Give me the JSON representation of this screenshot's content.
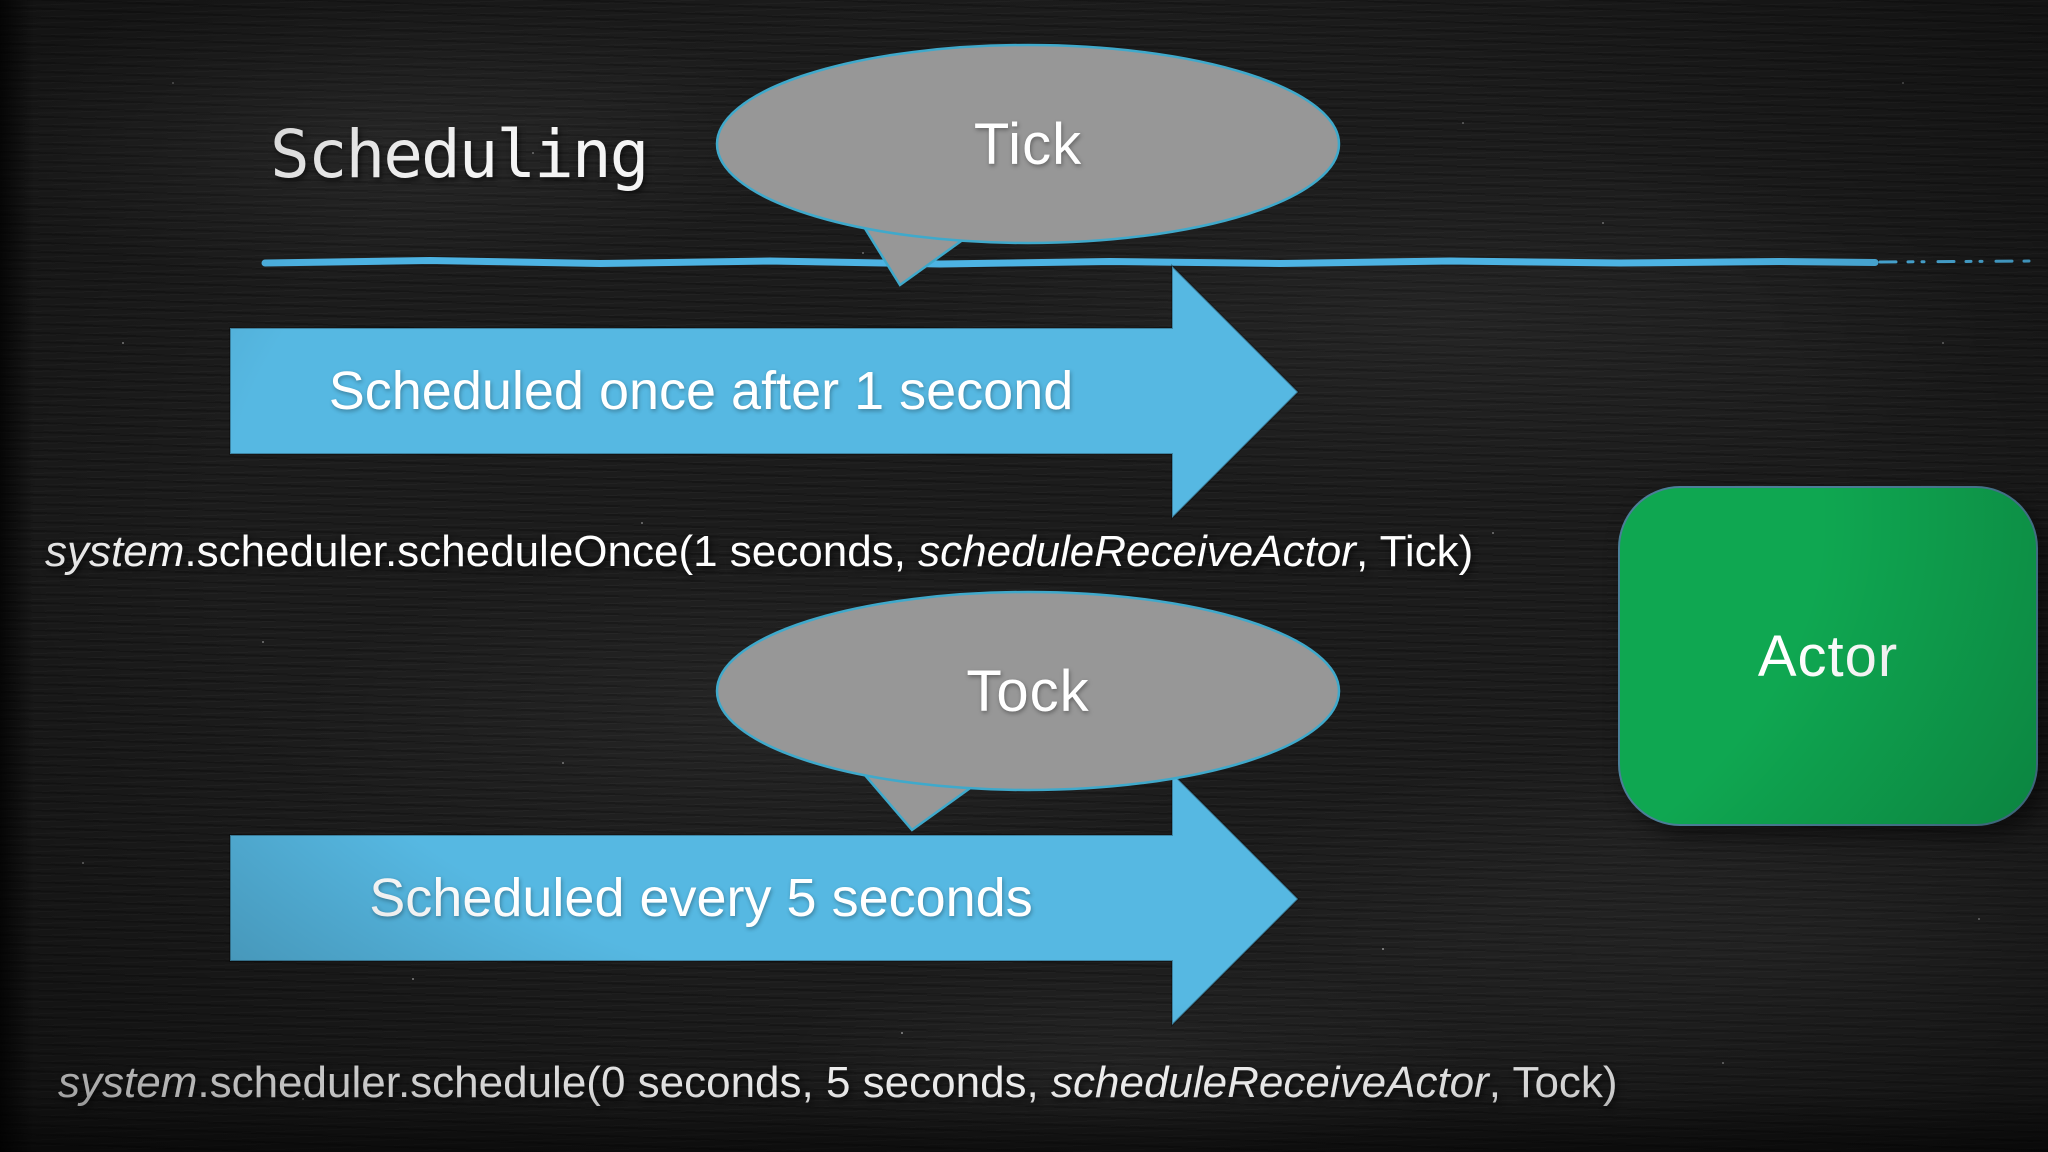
{
  "slide": {
    "title": "Scheduling",
    "bubbles": [
      {
        "label": "Tick"
      },
      {
        "label": "Tock"
      }
    ],
    "arrows": [
      {
        "label": "Scheduled once after 1 second"
      },
      {
        "label": "Scheduled every 5 seconds"
      }
    ],
    "code_lines": [
      {
        "segments": [
          {
            "text": "system",
            "italic": true
          },
          {
            "text": ".scheduler.scheduleOnce(1 seconds, ",
            "italic": false
          },
          {
            "text": "scheduleReceiveActor",
            "italic": true
          },
          {
            "text": ", Tick)",
            "italic": false
          }
        ]
      },
      {
        "segments": [
          {
            "text": "system",
            "italic": true
          },
          {
            "text": ".scheduler.schedule(0 seconds, 5 seconds, ",
            "italic": false
          },
          {
            "text": "scheduleReceiveActor",
            "italic": true
          },
          {
            "text": ", Tock)",
            "italic": false
          }
        ]
      }
    ],
    "actor_box": {
      "label": "Actor"
    },
    "colors": {
      "background": "#1c1c1c",
      "accent_blue": "#56b8e2",
      "divider_blue": "#4db3e3",
      "bubble_gray": "#979797",
      "bubble_border": "#3fa9cb",
      "actor_green": "#0fa751",
      "text_white": "#ffffff"
    }
  }
}
